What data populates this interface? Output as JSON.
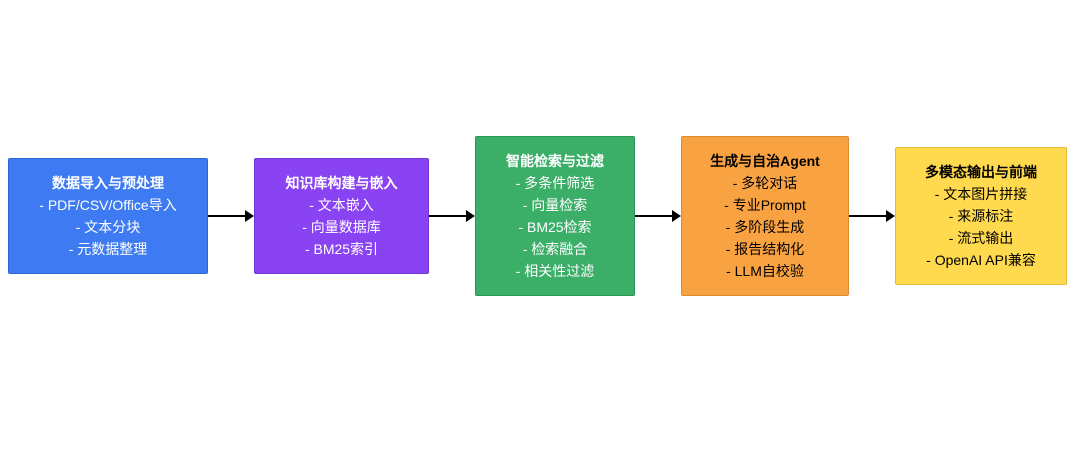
{
  "page": {
    "background": "#ffffff"
  },
  "diagram": {
    "type": "flowchart",
    "direction": "left-to-right",
    "arrow_color": "#000000",
    "boxes": [
      {
        "id": "data-import-preprocessing",
        "title": "数据导入与预处理",
        "items": [
          "- PDF/CSV/Office导入",
          "- 文本分块",
          "- 元数据整理"
        ],
        "bg": "#3E7BF2",
        "border": "#2F63D1",
        "text_color": "#FFFFFF"
      },
      {
        "id": "knowledge-base-embedding",
        "title": "知识库构建与嵌入",
        "items": [
          "- 文本嵌入",
          "- 向量数据库",
          "- BM25索引"
        ],
        "bg": "#8A43F2",
        "border": "#7334D6",
        "text_color": "#FFFFFF"
      },
      {
        "id": "intelligent-retrieval-filtering",
        "title": "智能检索与过滤",
        "items": [
          "- 多条件筛选",
          "- 向量检索",
          "- BM25检索",
          "- 检索融合",
          "- 相关性过滤"
        ],
        "bg": "#3BAE68",
        "border": "#2F9457",
        "text_color": "#FFFFFF"
      },
      {
        "id": "generation-autonomous-agent",
        "title": "生成与自治Agent",
        "items": [
          "- 多轮对话",
          "- 专业Prompt",
          "- 多阶段生成",
          "- 报告结构化",
          "- LLM自校验"
        ],
        "bg": "#F9A242",
        "border": "#DD8A2E",
        "text_color": "#000000"
      },
      {
        "id": "multimodal-output-frontend",
        "title": "多模态输出与前端",
        "items": [
          "- 文本图片拼接",
          "- 来源标注",
          "- 流式输出",
          "- OpenAI API兼容"
        ],
        "bg": "#FFD94E",
        "border": "#E3BC33",
        "text_color": "#000000"
      }
    ]
  }
}
